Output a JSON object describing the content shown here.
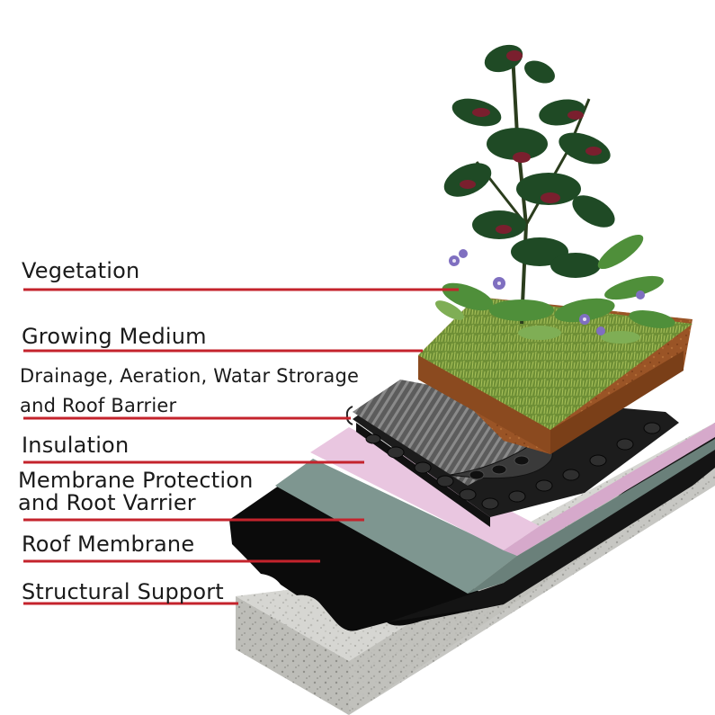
{
  "labels": {
    "vegetation": "Vegetation",
    "growing_medium": "Growing Medium",
    "drainage_line1": "Drainage, Aeration, Watar Strorage",
    "drainage_line2": "and Roof Barrier",
    "insulation": "Insulation",
    "membrane_protection_line1": "Membrane Protection",
    "membrane_protection_line2": "and Root Varrier",
    "roof_membrane": "Roof Membrane",
    "structural_support": "Structural Support"
  },
  "colors": {
    "leader": "#c4232c",
    "concrete": "#d9d9d6",
    "concrete_side": "#b9b9b5",
    "roof_membrane": "#0b0b0b",
    "membrane_protection": "#7e9690",
    "insulation": "#e9c6e0",
    "insulation_side": "#d6a9cb",
    "drainage": "#333333",
    "filter_fabric": "#707070",
    "growing_medium": "#9a5426",
    "growing_medium_top": "#7a8f3a",
    "foliage_dark": "#1f4a25",
    "foliage_mid": "#3f7a33",
    "foliage_red": "#7a1f2e",
    "flower": "#7f6fc0"
  },
  "icons": {
    "vegetation_illustration": "plant-illustration",
    "roof_section": "roof-cross-section"
  }
}
